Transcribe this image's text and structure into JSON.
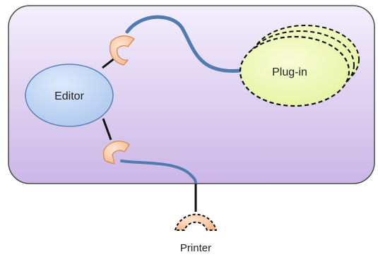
{
  "labels": {
    "editor": "Editor",
    "plugin": "Plug-in",
    "printer": "Printer"
  },
  "colors": {
    "container_fill_top": "#f3eefc",
    "container_fill_bottom": "#cbb6e6",
    "container_stroke": "#4a4a4a",
    "editor_fill": "#b7d0f0",
    "editor_stroke": "#5b80b5",
    "plugin_fill": "#eef8b4",
    "connector_fill": "#f9c9a3",
    "connector_stroke": "#d9915f",
    "cable": "#4f7bb0",
    "line": "#111111"
  }
}
